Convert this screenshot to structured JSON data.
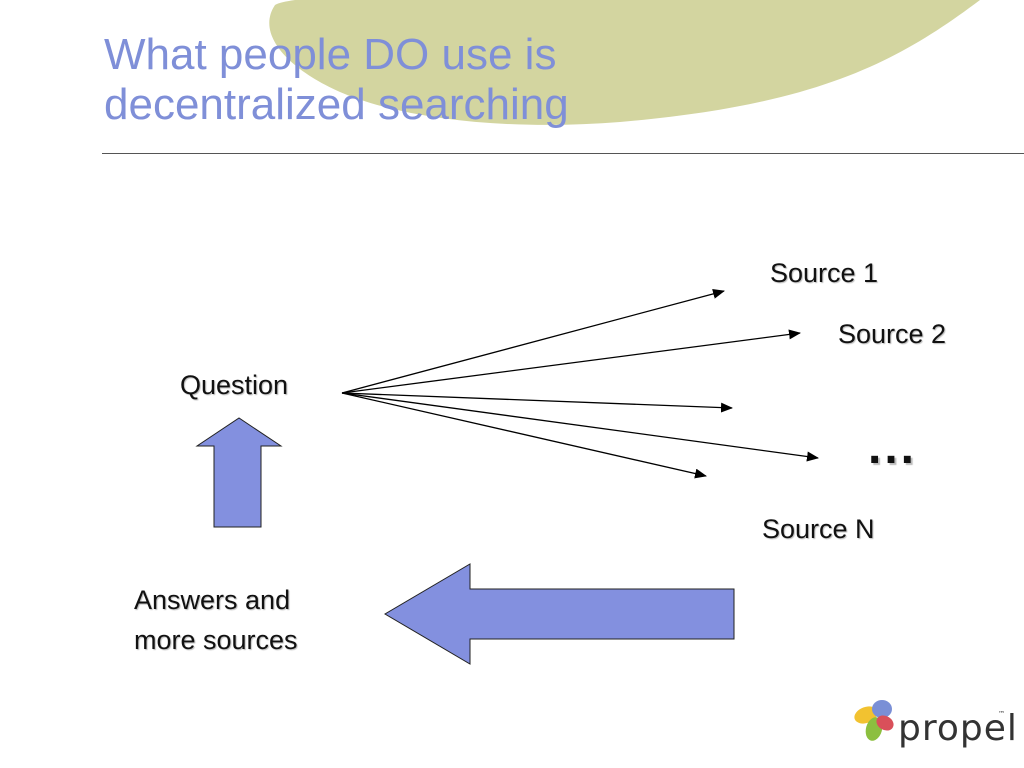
{
  "slide": {
    "title_line1": "What people DO use is",
    "title_line2": "decentralized searching"
  },
  "diagram": {
    "question": "Question",
    "sources": [
      "Source 1",
      "Source 2",
      "Source N"
    ],
    "ellipsis": "...",
    "answers_line1": "Answers and",
    "answers_line2": "more sources"
  },
  "logo": {
    "name": "propel",
    "trademark": "™"
  },
  "colors": {
    "title": "#7f8fd8",
    "blob": "#d3d5a0",
    "block_arrow_fill": "#8390df",
    "text": "#111111"
  }
}
